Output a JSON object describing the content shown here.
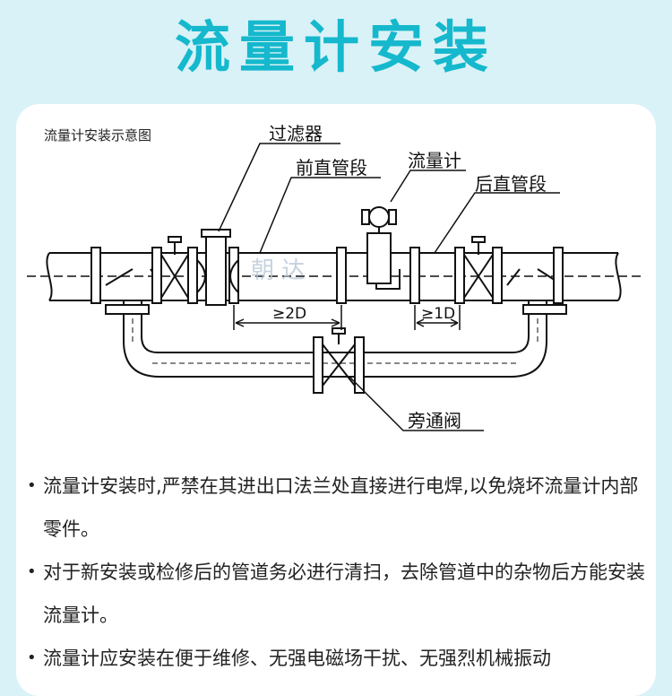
{
  "header": {
    "title": "流量计安装"
  },
  "diagram": {
    "caption": "流量计安装示意图",
    "labels": {
      "filter": "过滤器",
      "front_pipe": "前直管段",
      "flowmeter": "流量计",
      "rear_pipe": "后直管段",
      "bypass_valve": "旁通阀",
      "front_distance": "≥2D",
      "rear_distance": "≥1D",
      "watermark": "朝  达"
    }
  },
  "notes": [
    {
      "text": "流量计安装时,严禁在其进出口法兰处直接进行电焊,以免烧坏流量计内部零件。"
    },
    {
      "text": "对于新安装或检修后的管道务必进行清扫，去除管道中的杂物后方能安装流量计。"
    },
    {
      "text": "流量计应安装在便于维修、无强电磁场干扰、无强烈机械振动"
    }
  ]
}
